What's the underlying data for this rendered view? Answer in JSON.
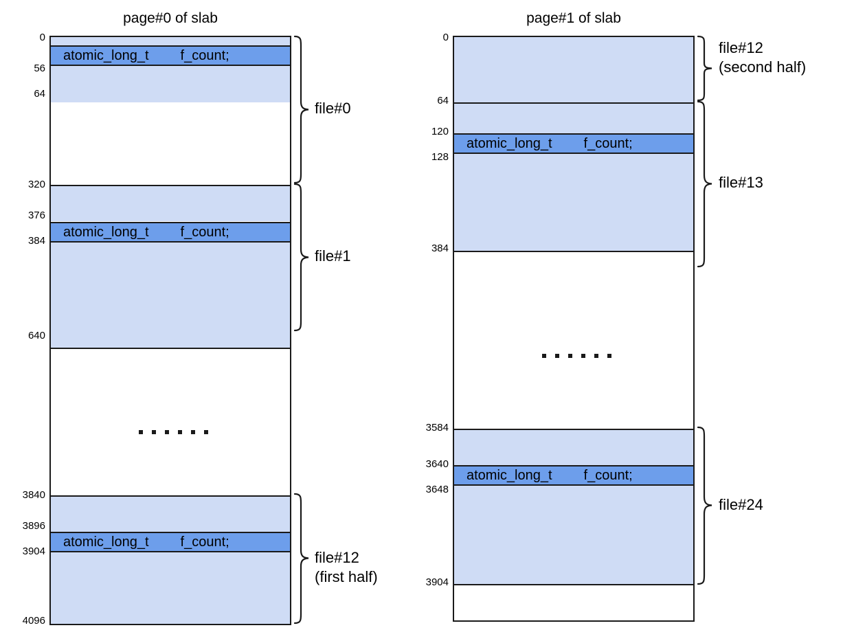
{
  "figure": {
    "kind": "memory-layout-diagram",
    "colors": {
      "segment_light": "#cfdcf5",
      "segment_dark": "#6d9eeb",
      "outline": "#1a1a1a",
      "background": "#ffffff",
      "text": "#000000"
    },
    "field_label": {
      "type": "atomic_long_t",
      "name": "f_count;"
    },
    "ellipsis_text": "......"
  },
  "pages": [
    {
      "title": "page#0 of slab",
      "page_size": 4096,
      "ticks": [
        "0",
        "56",
        "64",
        "320",
        "376",
        "384",
        "640",
        "3840",
        "3896",
        "3904",
        "4096"
      ],
      "segments": [
        {
          "start": 0,
          "end": 56,
          "shade": "light",
          "label": ""
        },
        {
          "start": 56,
          "end": 64,
          "shade": "dark",
          "label": "atomic_long_t    f_count;"
        },
        {
          "start": 64,
          "end": 320,
          "shade": "light",
          "label": ""
        },
        {
          "start": 320,
          "end": 376,
          "shade": "light",
          "label": ""
        },
        {
          "start": 376,
          "end": 384,
          "shade": "dark",
          "label": "atomic_long_t    f_count;"
        },
        {
          "start": 384,
          "end": 640,
          "shade": "light",
          "label": ""
        },
        {
          "start": 640,
          "end": 3840,
          "shade": "none",
          "label": ""
        },
        {
          "start": 3840,
          "end": 3896,
          "shade": "light",
          "label": ""
        },
        {
          "start": 3896,
          "end": 3904,
          "shade": "dark",
          "label": "atomic_long_t    f_count;"
        },
        {
          "start": 3904,
          "end": 4096,
          "shade": "light",
          "label": ""
        }
      ],
      "braces": [
        {
          "from": 0,
          "to": 320,
          "label_line1": "file#0",
          "label_line2": ""
        },
        {
          "from": 320,
          "to": 640,
          "label_line1": "file#1",
          "label_line2": ""
        },
        {
          "from": 3840,
          "to": 4096,
          "label_line1": "file#12",
          "label_line2": "(first half)"
        }
      ]
    },
    {
      "title": "page#1 of slab",
      "page_size": 4096,
      "ticks": [
        "0",
        "64",
        "120",
        "128",
        "384",
        "3584",
        "3640",
        "3648",
        "3904"
      ],
      "segments": [
        {
          "start": 0,
          "end": 64,
          "shade": "light",
          "label": ""
        },
        {
          "start": 64,
          "end": 120,
          "shade": "light",
          "label": ""
        },
        {
          "start": 120,
          "end": 128,
          "shade": "dark",
          "label": "atomic_long_t    f_count;"
        },
        {
          "start": 128,
          "end": 384,
          "shade": "light",
          "label": ""
        },
        {
          "start": 384,
          "end": 3584,
          "shade": "none",
          "label": ""
        },
        {
          "start": 3584,
          "end": 3640,
          "shade": "light",
          "label": ""
        },
        {
          "start": 3640,
          "end": 3648,
          "shade": "dark",
          "label": "atomic_long_t    f_count;"
        },
        {
          "start": 3648,
          "end": 3904,
          "shade": "light",
          "label": ""
        },
        {
          "start": 3904,
          "end": 4096,
          "shade": "none",
          "label": ""
        }
      ],
      "braces": [
        {
          "from": 0,
          "to": 64,
          "label_line1": "file#12",
          "label_line2": "(second half)"
        },
        {
          "from": 64,
          "to": 384,
          "label_line1": "file#13",
          "label_line2": ""
        },
        {
          "from": 3584,
          "to": 3904,
          "label_line1": "file#24",
          "label_line2": ""
        }
      ]
    }
  ]
}
